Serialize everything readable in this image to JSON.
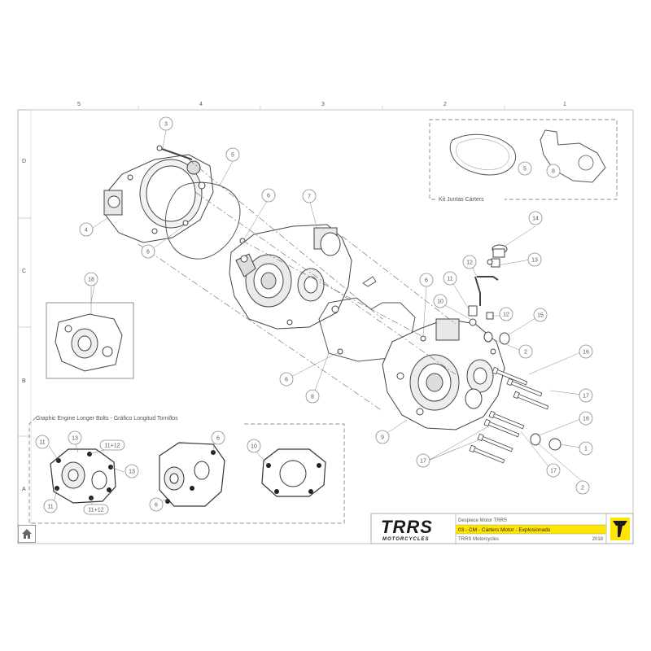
{
  "grid": {
    "columns": [
      "5",
      "4",
      "3",
      "2",
      "1"
    ],
    "rows": [
      "D",
      "C",
      "B",
      "A"
    ]
  },
  "callouts": [
    "1",
    "2",
    "3",
    "4",
    "5",
    "6",
    "7",
    "8",
    "9",
    "10",
    "11",
    "12",
    "13",
    "14",
    "15",
    "16",
    "17",
    "18"
  ],
  "kit_juntas_label": "Kit Juntas Cárters",
  "longer_bolts_label": "Graphic Engine Longer Bolts - Gráfico Longitud Tornillos",
  "bolts_callouts": [
    "11",
    "13",
    "11+12",
    "13",
    "11",
    "11+12",
    "6",
    "6",
    "10"
  ],
  "title_block": {
    "brand_main": "TRRS",
    "brand_sub": "MOTORCYCLES",
    "line1": "Despiece Motor TRRS",
    "line2": "03 - CM - Cárters Motor - Explosionado",
    "line3": "TRRS Motorcycles",
    "year": "2018"
  },
  "colors": {
    "frame": "#b5b5b5",
    "callout": "#8a8a8a",
    "accent_yellow": "#ffe600",
    "logo_dark": "#1a1a1a",
    "line_art": "#4a4a4a"
  },
  "icons": [
    "home-icon",
    "trrs-emblem-icon"
  ]
}
